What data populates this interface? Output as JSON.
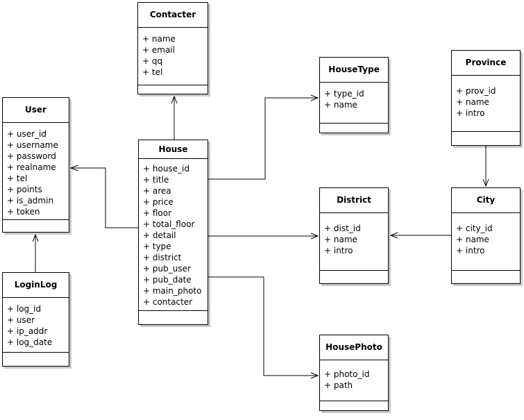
{
  "diagram": {
    "type": "uml-class-diagram",
    "background_color": "#ffffff",
    "box_fill": "#ffffff",
    "box_border_color": "#000000",
    "line_color": "#000000",
    "shadow_color": "#c8c8c8"
  },
  "classes": {
    "contacter": {
      "name": "Contacter",
      "attributes": [
        "+ name",
        "+ email",
        "+ qq",
        "+ tel"
      ]
    },
    "user": {
      "name": "User",
      "attributes": [
        "+ user_id",
        "+ username",
        "+ password",
        "+ realname",
        "+ tel",
        "+ points",
        "+ is_admin",
        "+ token"
      ]
    },
    "house": {
      "name": "House",
      "attributes": [
        "+ house_id",
        "+ title",
        "+ area",
        "+ price",
        "+ floor",
        "+ total_floor",
        "+ detail",
        "+ type",
        "+ district",
        "+ pub_user",
        "+ pub_date",
        "+ main_photo",
        "+ contacter"
      ]
    },
    "housetype": {
      "name": "HouseType",
      "attributes": [
        "+ type_id",
        "+ name"
      ]
    },
    "province": {
      "name": "Province",
      "attributes": [
        "+ prov_id",
        "+ name",
        "+ intro"
      ]
    },
    "district": {
      "name": "District",
      "attributes": [
        "+ dist_id",
        "+ name",
        "+ intro"
      ]
    },
    "city": {
      "name": "City",
      "attributes": [
        "+ city_id",
        "+ name",
        "+ intro"
      ]
    },
    "loginlog": {
      "name": "LoginLog",
      "attributes": [
        "+ log_id",
        "+ user",
        "+ ip_addr",
        "+ log_date"
      ]
    },
    "housephoto": {
      "name": "HousePhoto",
      "attributes": [
        "+ photo_id",
        "+ path"
      ]
    }
  },
  "relationships": [
    {
      "from": "House",
      "to": "Contacter"
    },
    {
      "from": "House",
      "to": "User"
    },
    {
      "from": "House",
      "to": "HouseType"
    },
    {
      "from": "House",
      "to": "District"
    },
    {
      "from": "House",
      "to": "HousePhoto"
    },
    {
      "from": "LoginLog",
      "to": "User"
    },
    {
      "from": "Province",
      "to": "City"
    },
    {
      "from": "City",
      "to": "District"
    }
  ]
}
